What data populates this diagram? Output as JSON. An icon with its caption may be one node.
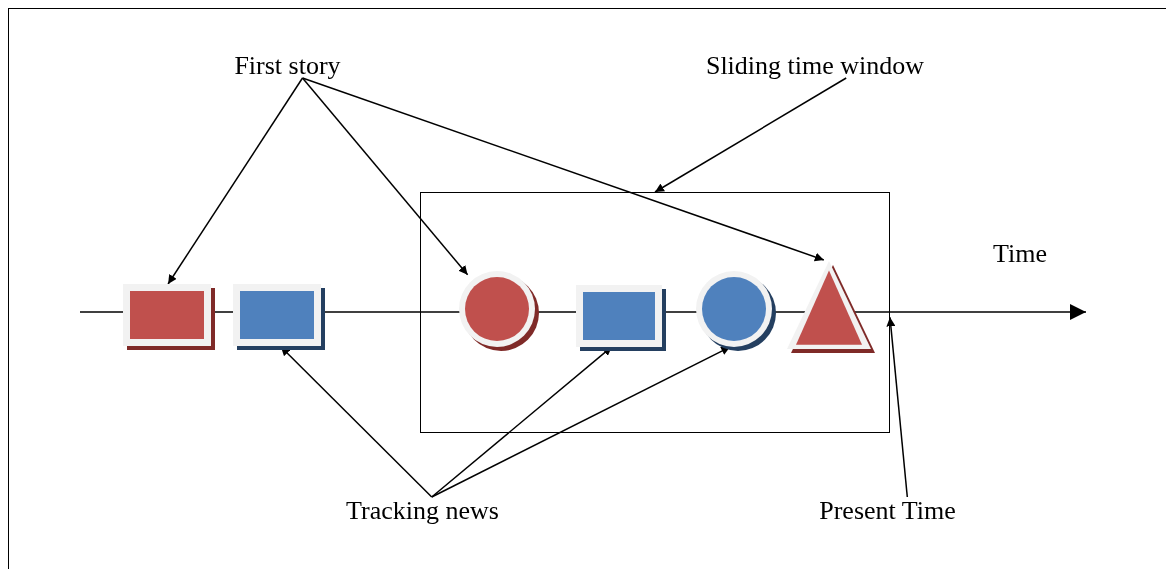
{
  "diagram": {
    "nodes": [
      {
        "text": [
          "First story"
        ]
      },
      {
        "text": [
          "Sliding time window"
        ]
      },
      {
        "text": [
          "Time"
        ]
      },
      {
        "text": [],
        "shape": "box"
      },
      {
        "text": [],
        "shape": "box"
      },
      {
        "text": [],
        "shape": "box"
      },
      {
        "text": [],
        "shape": "circle",
        "in": 3
      },
      {
        "text": [],
        "shape": "box",
        "in": 3
      },
      {
        "text": [],
        "shape": "circle",
        "in": 3
      },
      {
        "text": [],
        "shape": "triangle",
        "in": 3
      },
      {
        "text": [
          "Tracking news"
        ]
      },
      {
        "text": [
          "Present Time"
        ]
      }
    ],
    "edges": [
      {
        "from": 0,
        "to": 4,
        "arrow": "to"
      },
      {
        "from": 0,
        "to": 6,
        "arrow": "to"
      },
      {
        "from": 0,
        "to": 9,
        "arrow": "to"
      },
      {
        "from": 1,
        "to": 3,
        "arrow": "to"
      },
      {
        "from": 10,
        "to": 5,
        "arrow": "to"
      },
      {
        "from": 10,
        "to": 7,
        "arrow": "to"
      },
      {
        "from": 10,
        "to": 8,
        "arrow": "to"
      },
      {
        "from": 11,
        "to": 3,
        "arrow": "to"
      }
    ]
  }
}
